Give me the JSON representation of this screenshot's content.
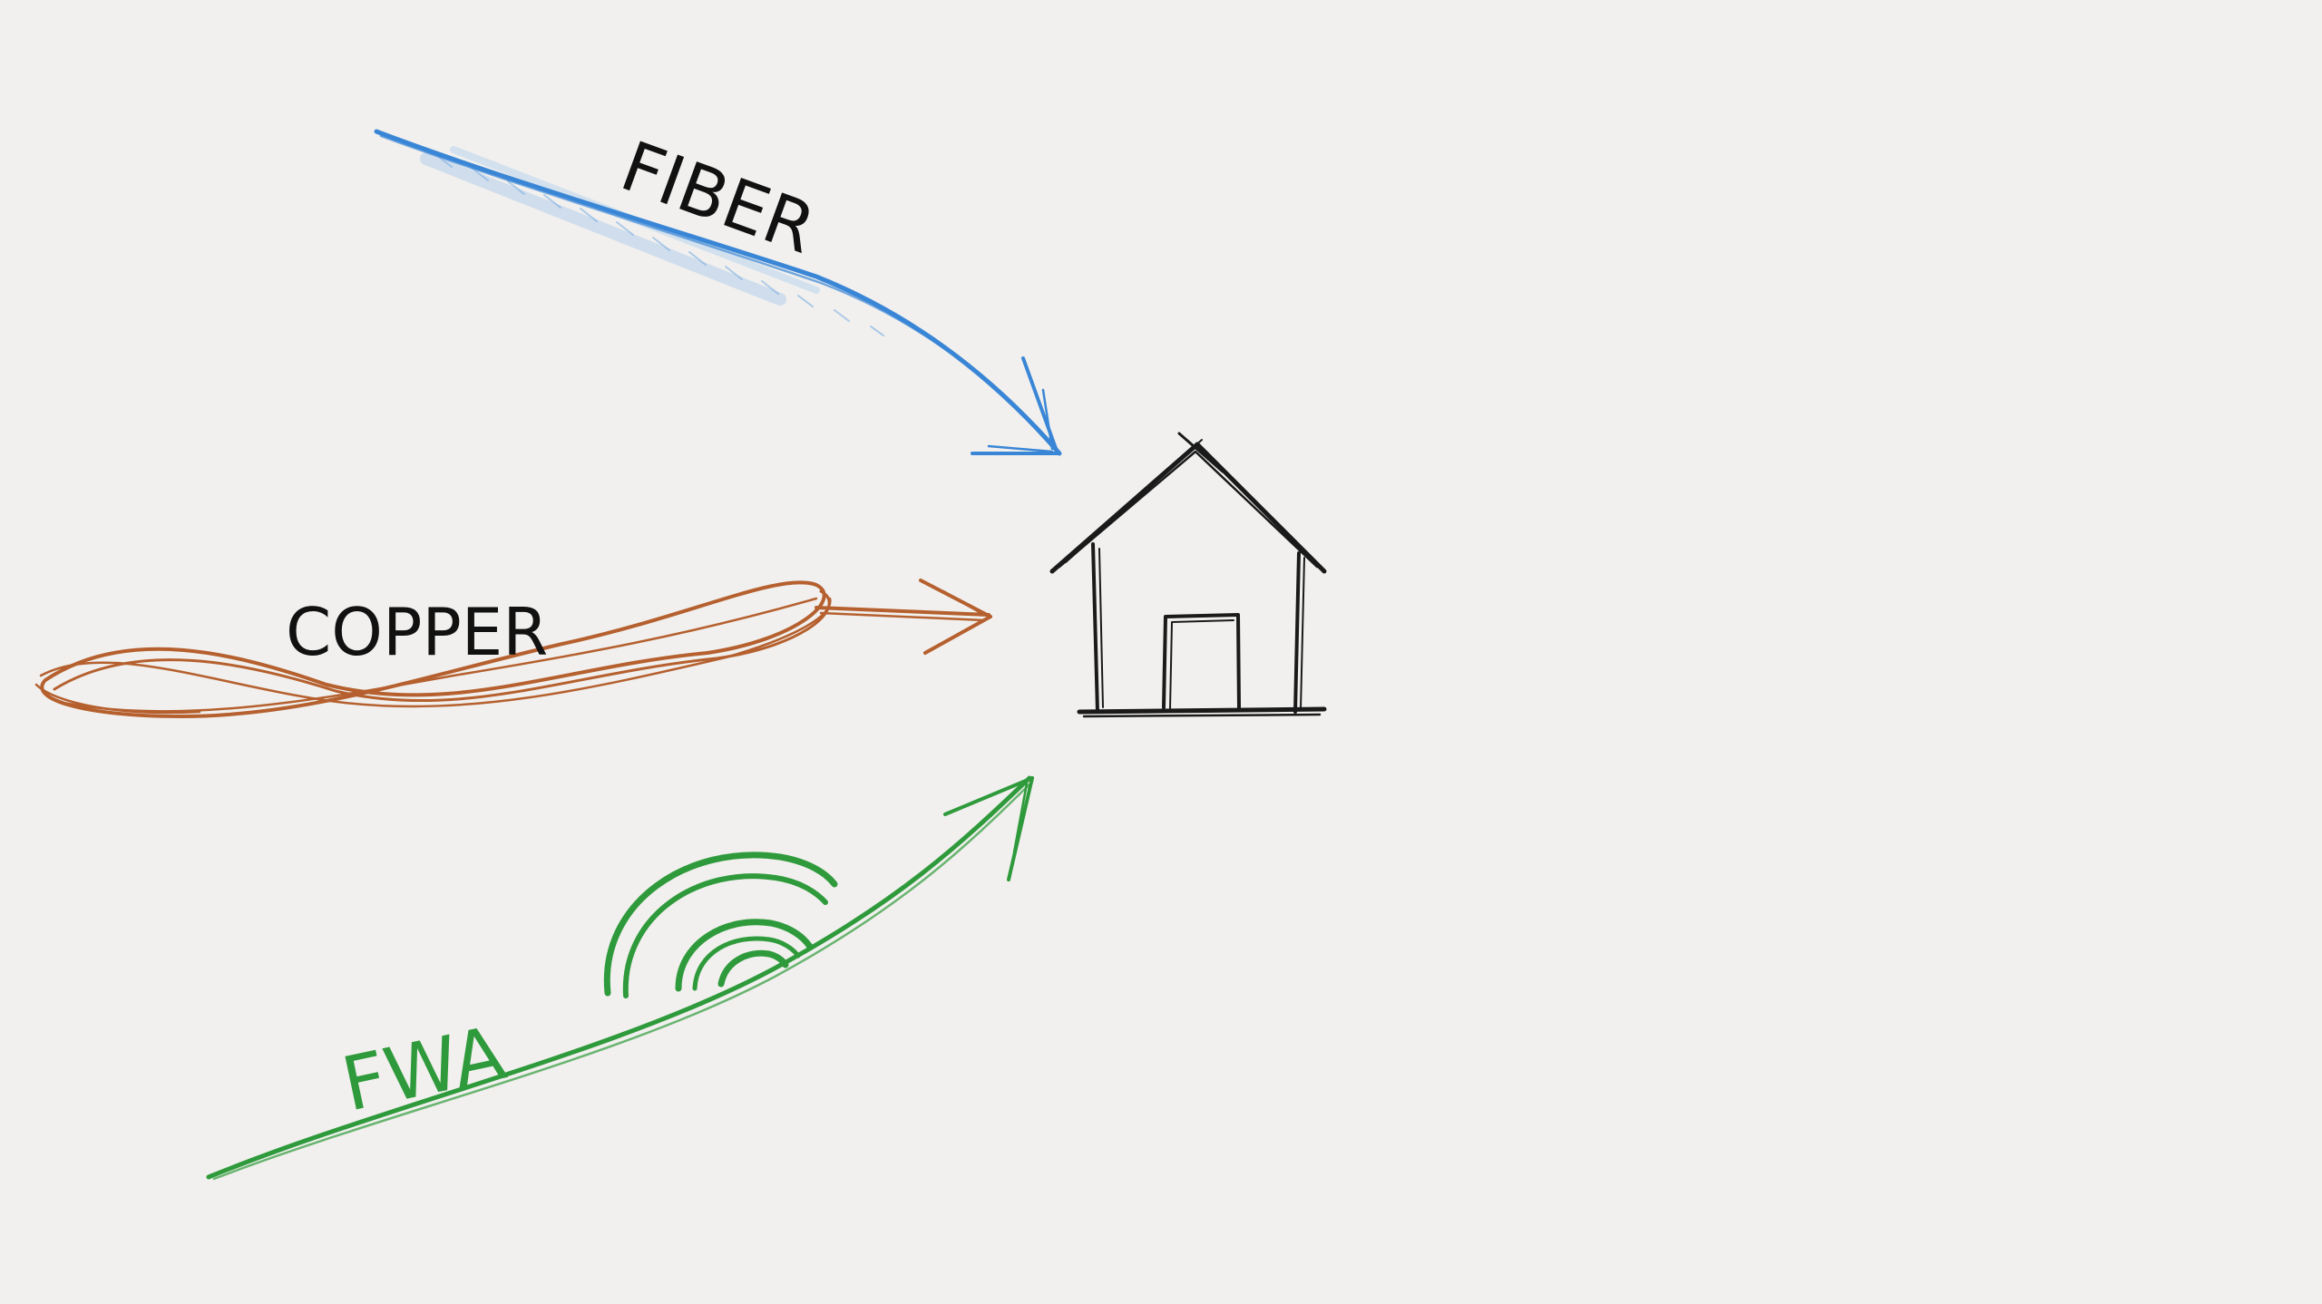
{
  "labels": {
    "fiber": "FIBER",
    "copper": "COPPER",
    "fwa": "FWA"
  },
  "colors": {
    "paper": "#f1f0ee",
    "fiber": "#3a86d6",
    "copper": "#b5602e",
    "fwa": "#2f9a3b",
    "house": "#1a1a1a",
    "text": "#111111"
  },
  "icons": {
    "house": "house-icon",
    "signal": "wireless-signal-icon"
  }
}
